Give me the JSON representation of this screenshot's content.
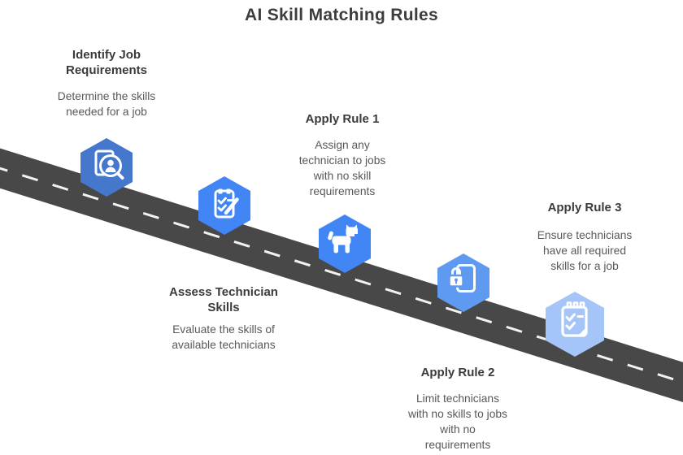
{
  "title": "AI Skill Matching Rules",
  "colors": {
    "road": "#484848",
    "road_dash": "#f2f2f2",
    "heading_text": "#3b3b3b",
    "body_text": "#585858",
    "white": "#ffffff"
  },
  "steps": [
    {
      "heading": "Identify Job\nRequirements",
      "description": "Determine the skills\nneeded for a job",
      "icon": "document-search-icon",
      "hex_color": "#4577cd"
    },
    {
      "heading": "Assess Technician\nSkills",
      "description": "Evaluate the skills of\navailable technicians",
      "icon": "clipboard-pencil-icon",
      "hex_color": "#4285f4"
    },
    {
      "heading": "Apply Rule 1",
      "description": "Assign any\ntechnician to jobs\nwith no skill\nrequirements",
      "icon": "dog-icon",
      "hex_color": "#4285f4"
    },
    {
      "heading": "Apply Rule 2",
      "description": "Limit technicians\nwith no skills to jobs\nwith no\nrequirements",
      "icon": "locked-document-icon",
      "hex_color": "#5e9af2"
    },
    {
      "heading": "Apply Rule 3",
      "description": "Ensure technicians\nhave all required\nskills for a job",
      "icon": "checklist-document-icon",
      "hex_color": "#a5c5f9"
    }
  ]
}
